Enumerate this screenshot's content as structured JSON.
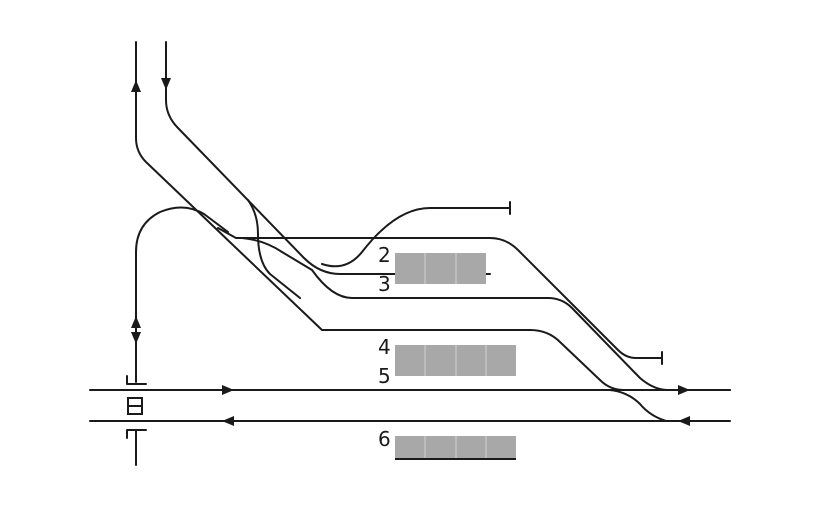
{
  "track_labels": {
    "t2": "2",
    "t3": "3",
    "t4": "4",
    "t5": "5",
    "t6": "6"
  },
  "colors": {
    "track": "#1a1a1a",
    "platform": "#a8a8a8",
    "background": "#ffffff"
  },
  "icons": {
    "direction_arrow": "arrowhead",
    "level_crossing": "crossing-gate-icon"
  }
}
